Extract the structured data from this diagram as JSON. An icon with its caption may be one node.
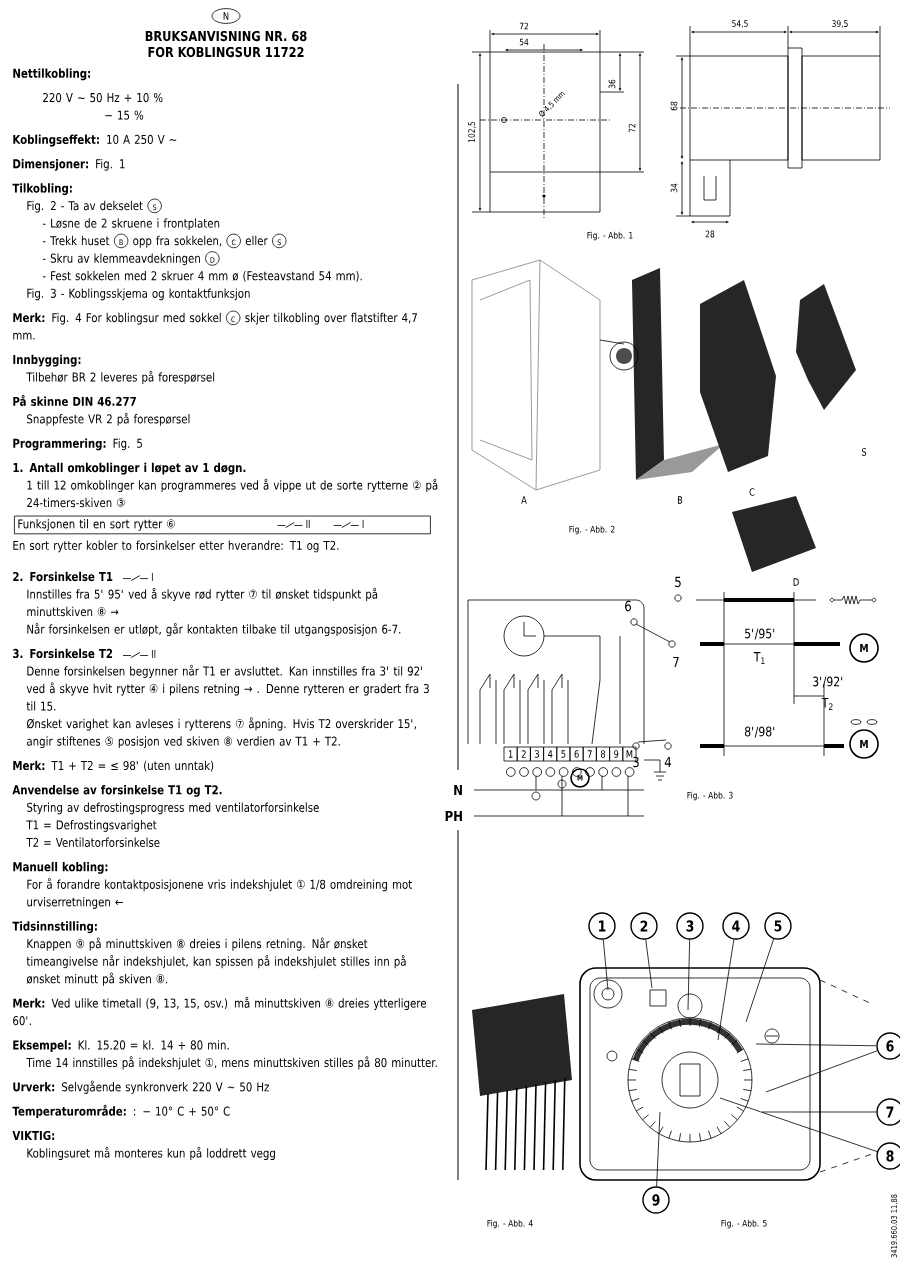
{
  "diagram": {
    "nodes": [
      {
        "text": [
          "N"
        ]
      },
      {
        "text": [
          "Funksjonen til en sort rytter ⑥"
        ]
      },
      {
        "text": [
          "1"
        ]
      },
      {
        "text": [
          "2"
        ]
      },
      {
        "text": [
          "3"
        ]
      },
      {
        "text": [
          "4"
        ]
      },
      {
        "text": [
          "5"
        ]
      },
      {
        "text": [
          "6"
        ]
      },
      {
        "text": [
          "7"
        ]
      },
      {
        "text": [
          "8"
        ]
      },
      {
        "text": [
          "9"
        ]
      },
      {
        "text": [],
        "shape": "picture"
      }
    ],
    "edges": [
      {
        "from": 2,
        "to": 11,
        "arrow": "none"
      },
      {
        "from": 3,
        "to": 11,
        "arrow": "none"
      },
      {
        "from": 4,
        "to": 11,
        "arrow": "none"
      },
      {
        "from": 5,
        "to": 11,
        "arrow": "none"
      },
      {
        "from": 6,
        "to": 11,
        "arrow": "none"
      },
      {
        "from": 7,
        "to": 11,
        "arrow": "none"
      },
      {
        "from": 7,
        "to": 11,
        "arrow": "none"
      },
      {
        "from": 8,
        "to": 11,
        "arrow": "none"
      },
      {
        "from": 9,
        "to": 11,
        "arrow": "none"
      },
      {
        "from": 10,
        "to": 11,
        "arrow": "none"
      }
    ],
    "labels": [
      "BRUKSANVISNING NR. 68",
      "FOR KOBLINGSUR 11722",
      "Nettilkobling:",
      "220 V ~ 50 Hz + 10 %",
      "− 15 %",
      "**Koblingseffekt:** 10 A 250 V ~",
      "**Dimensjoner:** Fig. 1",
      "Tilkobling:",
      "Fig. 2 - Ta av dekselet",
      "S",
      "- Løsne de 2 skruene i frontplaten",
      "- Trekk huset",
      "B",
      "opp fra sokkelen,",
      "C",
      "eller",
      "S",
      "- Skru av klemmeavdekningen",
      "D",
      "- Fest sokkelen med 2 skruer 4 mm ø (Festeavstand 54 mm).",
      "Fig. 3 - Koblingsskjema og kontaktfunksjon",
      "**Merk:** Fig. 4 For koblingsur med sokkel",
      "C",
      "skjer tilkobling over flatstifter 4,7 mm.",
      "Innbygging:",
      "Tilbehør BR 2 leveres på forespørsel",
      "På skinne DIN 46.277",
      "Snappfeste VR 2 på forespørsel",
      "**Programmering:** Fig. 5",
      "1. Antall omkoblinger i løpet av 1 døgn.",
      "1 till 12 omkoblinger kan programmeres ved å vippe ut de sorte rytterne ② på 24-timers-skiven ③",
      "En sort rytter kobler to forsinkelser etter hverandre: T1 og T2.",
      "2. Forsinkelse T1",
      "Innstilles fra 5' 95' ved å skyve rød rytter ⑦ til ønsket tidspunkt på minuttskiven ⑧ →",
      "Når forsinkelsen er utløpt, går kontakten tilbake til utgangsposisjon 6-7.",
      "3. Forsinkelse T2",
      "Denne forsinkelsen begynner når T1 er avsluttet. Kan innstilles fra 3' til 92' ved å skyve hvit rytter ④ i pilens retning → . Denne rytteren er gradert fra 3 til 15.",
      "Ønsket varighet kan avleses i rytterens ⑦ åpning. Hvis T2 overskrider 15', angir stiftenes ⑤ posisjon ved skiven ⑧ verdien av T1 + T2.",
      "**Merk:** T1 + T2 = ≤ 98' (uten unntak)",
      "Anvendelse av forsinkelse T1 og T2.",
      "Styring av defrostingsprogress med ventilatorforsinkelse",
      "T1 = Defrostingsvarighet",
      "T2 = Ventilatorforsinkelse",
      "Manuell kobling:",
      "For å forandre kontaktposisjonene vris indekshjulet ① 1/8 omdreining mot urviserretningen ←",
      "Tidsinnstilling:",
      "Knappen ⑨ på minuttskiven ⑧ dreies i pilens retning. Når ønsket timeangivelse når indekshjulet, kan spissen på indekshjulet stilles inn på ønsket minutt på skiven ⑧.",
      "**Merk:** Ved ulike timetall (9, 13, 15, osv.) må minuttskiven ⑧ dreies ytterligere 60'.",
      "**Eksempel:** Kl. 15.20 = kl. 14 + 80 min.",
      "Time 14 innstilles på indekshjulet ①, mens minuttskiven stilles på 80 minutter.",
      "**Urverk:** Selvgående synkronverk 220 V ~ 50 Hz",
      "**Temperaturområde:** : − 10° C + 50° C",
      "VIKTIG:",
      "Koblingsuret må monteres kun på loddrett vegg",
      "72",
      "54",
      "36",
      "72",
      "102,5",
      "Ø 4,5 mm",
      "54,5",
      "39,5",
      "68",
      "34",
      "Fig. - Abb. 1",
      "28",
      "A",
      "B",
      "C",
      "S",
      "D",
      "Fig. - Abb. 2",
      "1",
      "2",
      "3",
      "4",
      "5",
      "6",
      "7",
      "8",
      "9",
      "M",
      "N",
      "PH",
      "M",
      "5",
      "6",
      "7",
      "3",
      "4",
      "5'/95'",
      "T$_{1}$",
      "3'/92'",
      "T$_{2}$",
      "8'/98'",
      "M",
      "M",
      "Fig. - Abb. 3",
      "Fig. - Abb. 4",
      "Fig. - Abb. 5",
      "3419.660.03 11.88"
    ]
  }
}
